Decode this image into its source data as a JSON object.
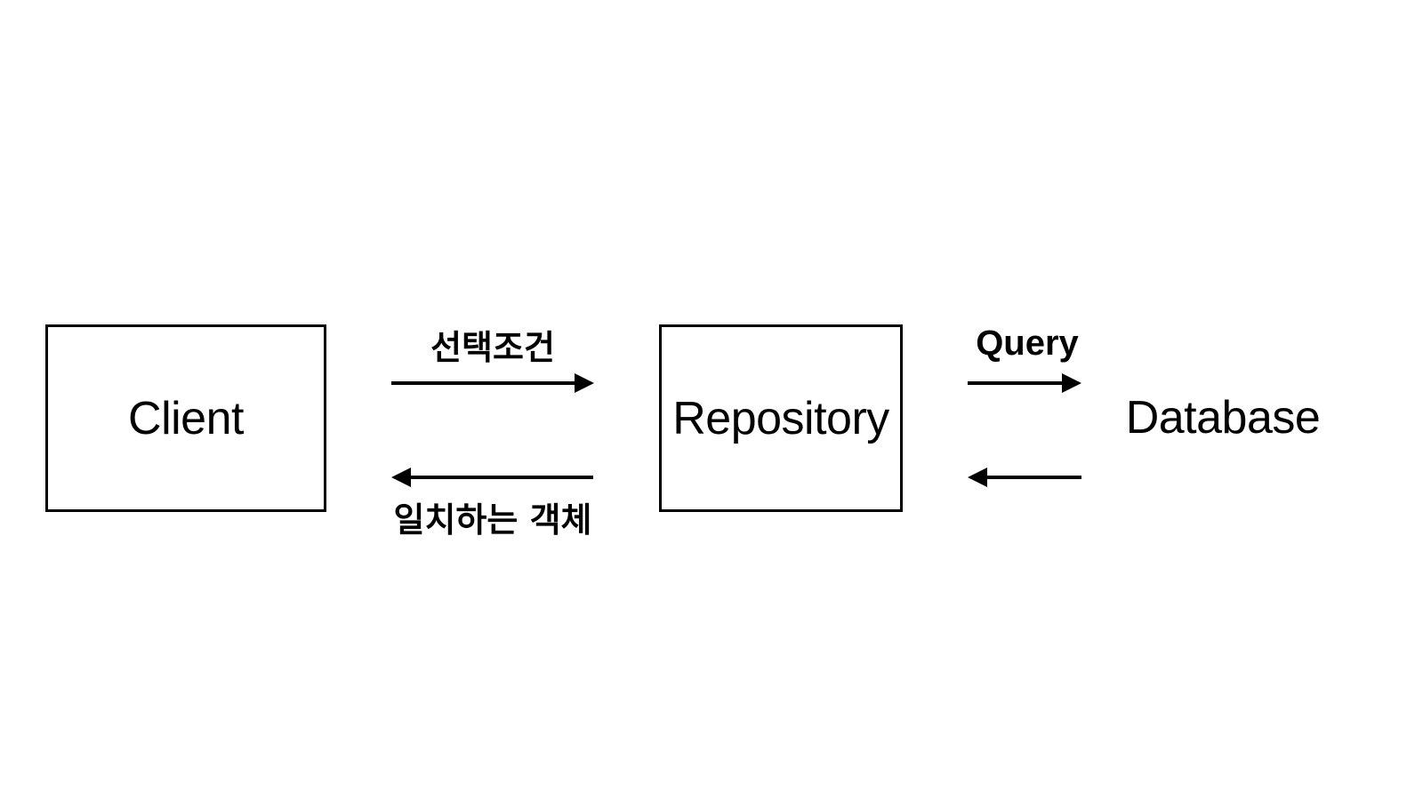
{
  "diagram": {
    "nodes": {
      "client": {
        "label": "Client"
      },
      "repository": {
        "label": "Repository"
      },
      "database": {
        "label": "Database"
      }
    },
    "edges": {
      "client_to_repository": {
        "label": "선택조건",
        "direction": "right"
      },
      "repository_to_client": {
        "label": "일치하는 객체",
        "direction": "left"
      },
      "repository_to_database": {
        "label": "Query",
        "direction": "right"
      },
      "database_to_repository": {
        "label": "",
        "direction": "left"
      }
    },
    "colors": {
      "stroke": "#000000",
      "background": "#ffffff"
    }
  }
}
